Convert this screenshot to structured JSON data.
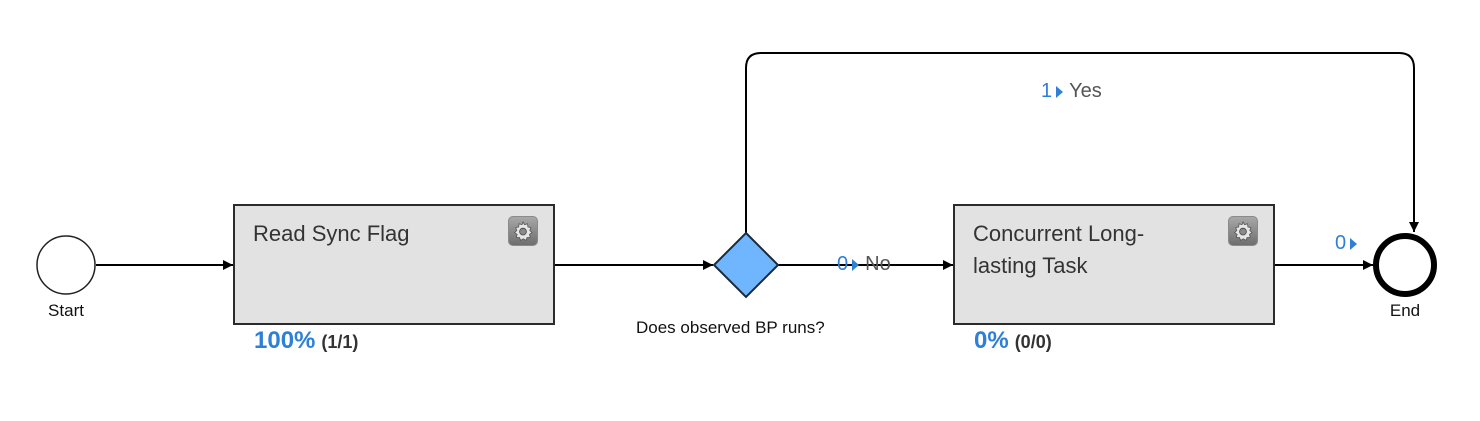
{
  "start_event": {
    "label": "Start"
  },
  "end_event": {
    "label": "End"
  },
  "tasks": [
    {
      "label": "Read Sync Flag",
      "progress_pct": "100%",
      "progress_count": "(1/1)"
    },
    {
      "label": "Concurrent Long-\nlasting Task",
      "progress_pct": "0%",
      "progress_count": "(0/0)"
    }
  ],
  "gateway": {
    "label": "Does observed BP runs?"
  },
  "flows": {
    "yes": {
      "count": "1",
      "label": "Yes"
    },
    "no": {
      "count": "0",
      "label": "No"
    },
    "to_end": {
      "count": "0"
    }
  },
  "colors": {
    "accent": "#2e7fd8",
    "task_fill": "#e2e2e2",
    "gateway_fill": "#6fb6ff",
    "stroke": "#000000"
  },
  "icons": {
    "task_settings": "gear-icon",
    "flow_count": "triangle-right-icon"
  }
}
